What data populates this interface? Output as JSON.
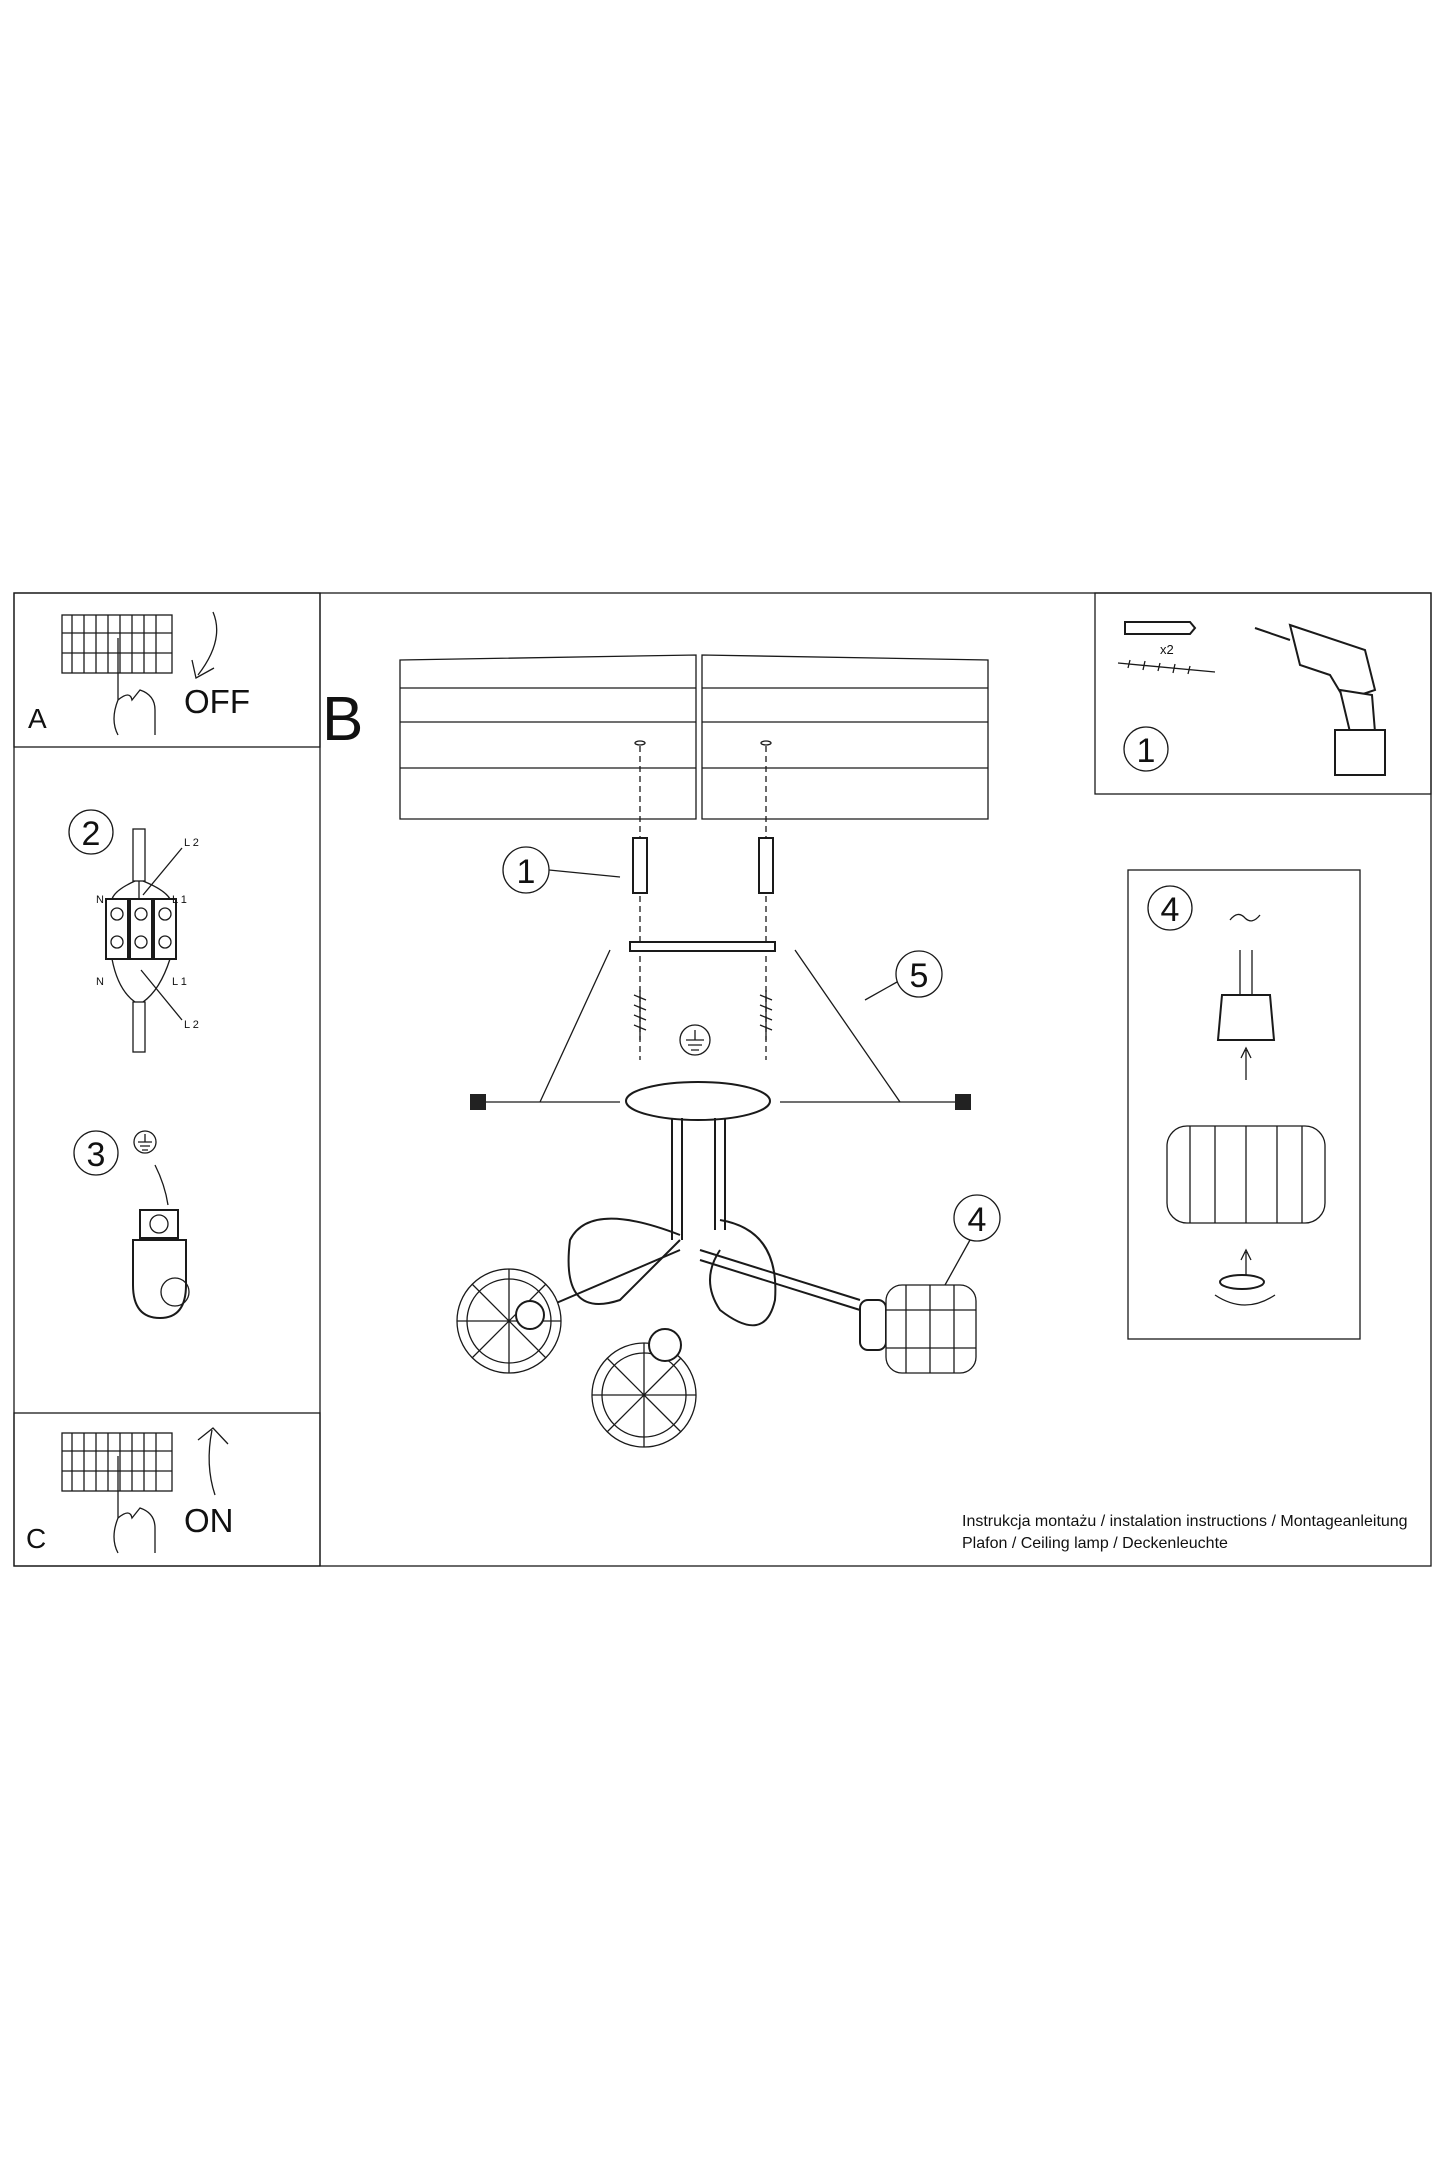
{
  "panel_a": {
    "letter": "A",
    "label": "OFF"
  },
  "panel_c": {
    "letter": "C",
    "label": "ON"
  },
  "panel_b": {
    "letter": "B",
    "callouts": [
      "1",
      "5",
      "4"
    ]
  },
  "panel_wiring": {
    "step": "2",
    "labels": [
      "L 2",
      "N",
      "L 1",
      "N",
      "L 1",
      "L 2"
    ]
  },
  "panel_ground": {
    "step": "3"
  },
  "panel_tools": {
    "step": "1",
    "quantity": "x2"
  },
  "panel_shade": {
    "step": "4"
  },
  "footer": {
    "line1": "Instrukcja montażu / instalation instructions / Montageanleitung",
    "line2": "Plafon / Ceiling lamp / Deckenleuchte"
  }
}
